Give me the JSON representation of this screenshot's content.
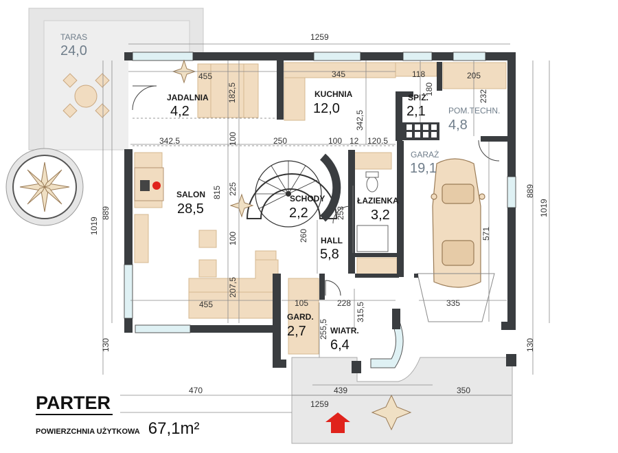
{
  "rooms": {
    "taras": {
      "name": "TARAS",
      "area": "24,0"
    },
    "jadalnia": {
      "name": "JADALNIA",
      "area": "4,2"
    },
    "kuchnia": {
      "name": "KUCHNIA",
      "area": "12,0"
    },
    "spiz": {
      "name": "SPIŻ.",
      "area": "2,1"
    },
    "pom_techn": {
      "name": "POM.TECHN.",
      "area": "4,8"
    },
    "garaz": {
      "name": "GARAŻ",
      "area": "19,1"
    },
    "salon": {
      "name": "SALON",
      "area": "28,5"
    },
    "schody": {
      "name": "SCHODY",
      "area": "2,2"
    },
    "lazienka": {
      "name": "ŁAZIENKA",
      "area": "3,2"
    },
    "hall": {
      "name": "HALL",
      "area": "5,8"
    },
    "gard": {
      "name": "GARD.",
      "area": "2,7"
    },
    "wiatr": {
      "name": "WIATR.",
      "area": "6,4"
    }
  },
  "dimensions": {
    "top_total": "1259",
    "jad_width": "455",
    "kuch_width": "345",
    "spiz_width": "118",
    "pom_width": "205",
    "jad_depth": "182,5",
    "spiz_depth": "180",
    "pom_depth": "232",
    "kuch_depth": "342,5",
    "salon_w": "342.5",
    "d250": "250",
    "d100a": "100",
    "d12": "12",
    "d1205": "120.5",
    "d100b": "100",
    "d815": "815",
    "d225": "225",
    "d100c": "100",
    "d2075": "207,5",
    "d253": "253",
    "d260": "260",
    "d571": "571",
    "salon_bottom": "455",
    "gard_w": "105",
    "hall_w": "228",
    "d2555": "255,5",
    "d3155": "315,5",
    "garage_w": "335",
    "left_1019": "1019",
    "left_889": "889",
    "left_130": "130",
    "right_889": "889",
    "right_1019": "1019",
    "right_130": "130",
    "bottom_470": "470",
    "bottom_350": "350",
    "bottom_1259": "1259",
    "bottom_439": "439"
  },
  "legend": {
    "title": "PARTER",
    "label": "POWIERZCHNIA UŻYTKOWA",
    "area": "67,1m²"
  },
  "colors": {
    "wall": "#3a3d40",
    "furniture": "#f1dcc0",
    "terrace": "#e7e7e7",
    "window": "#dff1f4",
    "arrow": "#e0231c"
  }
}
